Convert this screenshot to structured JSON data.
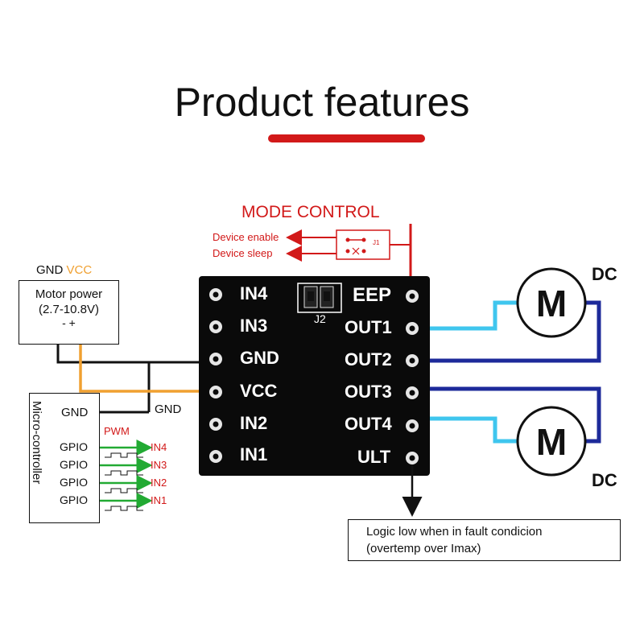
{
  "title": "Product features",
  "mode_control": {
    "label": "MODE CONTROL",
    "device_enable": "Device enable",
    "device_sleep": "Device sleep",
    "jumper_label": "J1"
  },
  "power": {
    "gnd_label": "GND",
    "vcc_label": "VCC",
    "box_line1": "Motor power",
    "box_line2": "(2.7-10.8V)",
    "box_line3": "- +"
  },
  "microcontroller": {
    "name": "Micro-controller",
    "gnd": "GND",
    "gpio": [
      "GPIO",
      "GPIO",
      "GPIO",
      "GPIO"
    ],
    "pwm": "PWM",
    "inputs": [
      "IN4",
      "IN3",
      "IN2",
      "IN1"
    ],
    "ground_wire_label": "GND"
  },
  "board": {
    "left_pins": [
      "IN4",
      "IN3",
      "GND",
      "VCC",
      "IN2",
      "IN1"
    ],
    "right_pins": [
      "EEP",
      "OUT1",
      "OUT2",
      "OUT3",
      "OUT4",
      "ULT"
    ],
    "jumper": "J2"
  },
  "motors": [
    {
      "symbol": "M",
      "type": "DC"
    },
    {
      "symbol": "M",
      "type": "DC"
    }
  ],
  "fault_note": {
    "line1": "Logic low when in fault condicion",
    "line2": "(overtemp over Imax)"
  },
  "colors": {
    "red": "#d21919",
    "orange": "#f0a030",
    "cyan": "#3fc6ee",
    "navy": "#1d2a9a",
    "green": "#22aa33",
    "board": "#0a0a0a"
  }
}
